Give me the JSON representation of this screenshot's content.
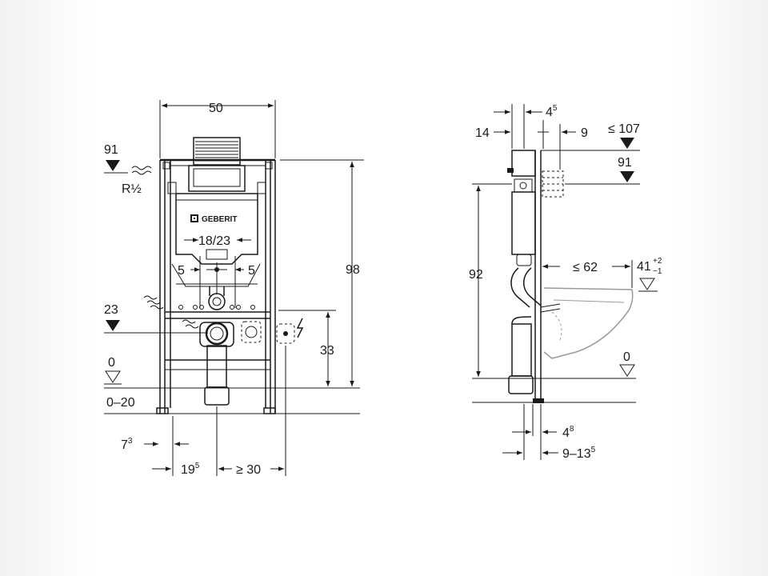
{
  "front_view": {
    "width": "50",
    "height": "98",
    "top_ref": "91",
    "supply": "R½",
    "mid_ref": "23",
    "floor_ref": "0",
    "floor_range": "0–20",
    "bolt_spacing": "18/23",
    "offset_left": "5",
    "offset_right": "5",
    "electrical_height": "33",
    "dim_a": "7",
    "dim_a_sup": "3",
    "dim_b": "19",
    "dim_b_sup": "5",
    "dim_c": "≥ 30",
    "brand": "GEBERIT"
  },
  "side_view": {
    "dim_top": "4",
    "dim_top_sup": "5",
    "dim_14": "14",
    "dim_9": "9",
    "max_top": "≤ 107",
    "ref_91": "91",
    "height_92": "92",
    "projection": "≤ 62",
    "seat_height": "41",
    "seat_tol_plus": "+2",
    "seat_tol_minus": "−1",
    "floor_ref": "0",
    "dim_bottom_1": "4",
    "dim_bottom_1_sup": "8",
    "dim_bottom_2": "9–13",
    "dim_bottom_2_sup": "5"
  }
}
